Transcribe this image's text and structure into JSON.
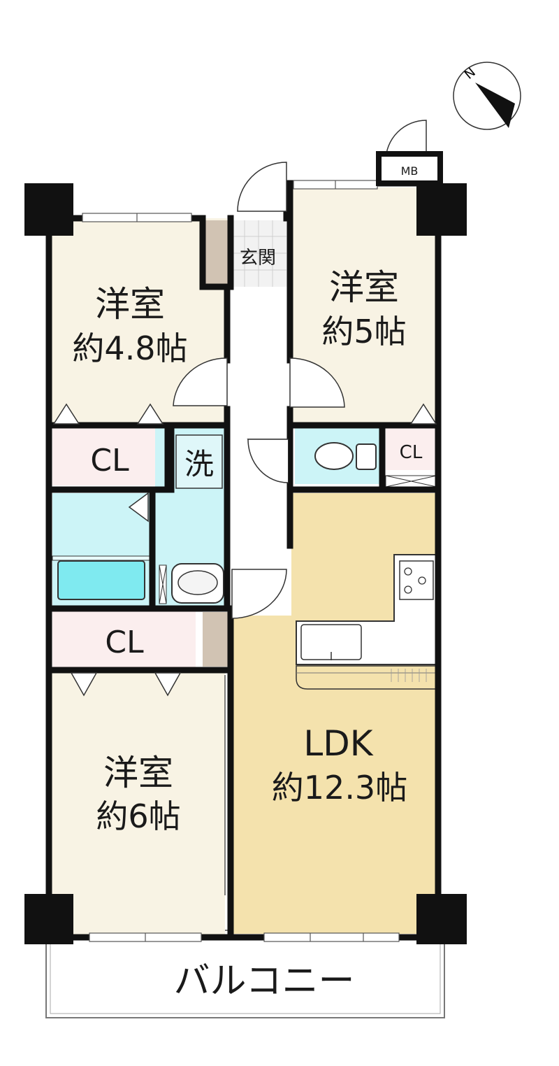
{
  "compass": {
    "letter": "N"
  },
  "rooms": {
    "mb": "MB",
    "genkan": "玄関",
    "western_48": {
      "line1": "洋室",
      "line2": "約4.8帖"
    },
    "western_5": {
      "line1": "洋室",
      "line2": "約5帖"
    },
    "western_6": {
      "line1": "洋室",
      "line2": "約6帖"
    },
    "ldk": {
      "line1": "LDK",
      "line2": "約12.3帖"
    },
    "cl_top_left": "CL",
    "cl_top_right": "CL",
    "cl_middle_left": "CL",
    "washroom": "洗",
    "balcony": "バルコニー"
  },
  "colors": {
    "wall": "#111111",
    "western_room": "#f8f3e4",
    "ldk": "#f4e2ad",
    "closet": "#fbeeee",
    "wet_area": "#ccf4f7",
    "bathtub": "#7feaf0",
    "entry": "#d1c3b3",
    "corridor": "#ffffff"
  }
}
